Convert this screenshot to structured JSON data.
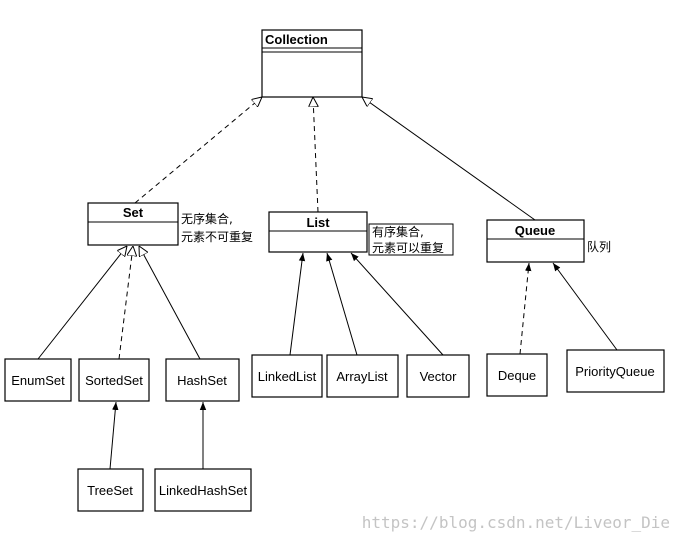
{
  "nodes": {
    "collection": "Collection",
    "set": "Set",
    "list": "List",
    "queue": "Queue",
    "enumset": "EnumSet",
    "sortedset": "SortedSet",
    "hashset": "HashSet",
    "linkedlist": "LinkedList",
    "arraylist": "ArrayList",
    "vector": "Vector",
    "deque": "Deque",
    "priorityqueue": "PriorityQueue",
    "treeset": "TreeSet",
    "linkedhashset": "LinkedHashSet"
  },
  "notes": {
    "set_line1": "无序集合,",
    "set_line2": "元素不可重复",
    "list_line1": "有序集合,",
    "list_line2": "元素可以重复",
    "queue": "队列"
  },
  "watermark": "https://blog.csdn.net/Liveor_Die"
}
